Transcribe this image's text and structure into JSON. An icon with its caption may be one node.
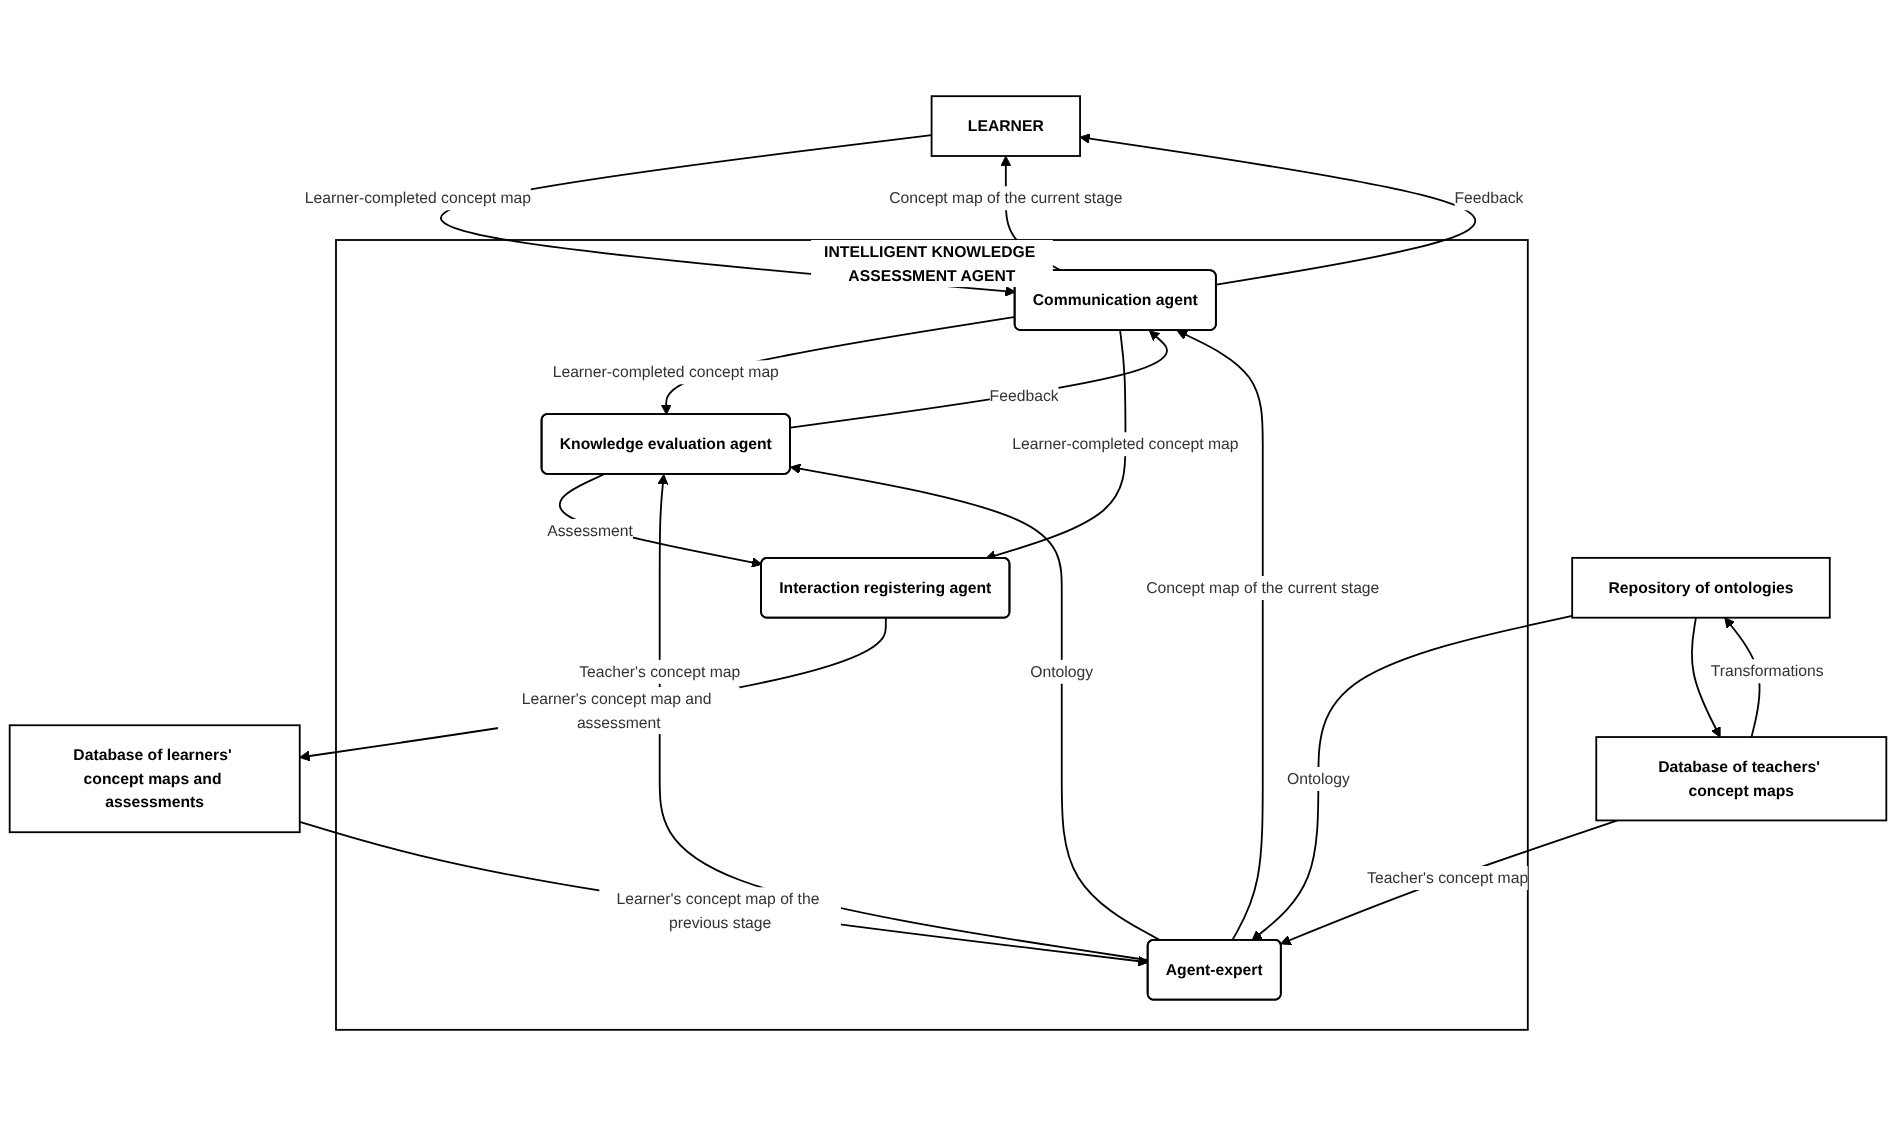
{
  "diagram": {
    "nodes": [
      {
        "text": [
          "LEARNER"
        ]
      },
      {
        "text": [
          "Repository of ontologies"
        ]
      },
      {
        "text": [
          "Database of teachers' concept maps"
        ]
      },
      {
        "text": [
          "Database of learners' concept maps and assessments"
        ]
      },
      {
        "text": [
          "INTELLIGENT KNOWLEDGE ASSESSMENT AGENT"
        ]
      },
      {
        "text": [
          "Communication agent"
        ],
        "in": 4
      },
      {
        "text": [
          "Agent-expert"
        ],
        "in": 4
      },
      {
        "text": [
          "Knowledge evaluation agent"
        ],
        "in": 4
      },
      {
        "text": [
          "Interaction registering agent"
        ],
        "in": 4
      }
    ],
    "edges": [
      {
        "from": 5,
        "to": 0,
        "arrow": "to",
        "label": "Concept map of the current stage"
      },
      {
        "from": 0,
        "to": 5,
        "arrow": "to",
        "label": "Learner-completed concept map"
      },
      {
        "from": 5,
        "to": 0,
        "arrow": "to",
        "label": "Feedback"
      },
      {
        "from": 2,
        "to": 1,
        "arrow": "to",
        "label": "Transformations"
      },
      {
        "from": 1,
        "to": 2,
        "arrow": "to"
      },
      {
        "from": 1,
        "to": 6,
        "arrow": "to",
        "label": "Ontology"
      },
      {
        "from": 2,
        "to": 6,
        "arrow": "to",
        "label": "Teacher's concept map"
      },
      {
        "from": 3,
        "to": 6,
        "arrow": "to",
        "label": "Learner's concept map of the previous stage"
      },
      {
        "from": 6,
        "to": 5,
        "arrow": "to",
        "label": "Concept map of the current stage"
      },
      {
        "from": 5,
        "to": 7,
        "arrow": "to",
        "label": "Learner-completed concept map"
      },
      {
        "from": 7,
        "to": 5,
        "arrow": "to",
        "label": "Feedback"
      },
      {
        "from": 6,
        "to": 7,
        "arrow": "to",
        "label": "Teacher's concept map"
      },
      {
        "from": 6,
        "to": 7,
        "arrow": "to",
        "label": "Ontology"
      },
      {
        "from": 7,
        "to": 8,
        "arrow": "to",
        "label": "Assessment"
      },
      {
        "from": 5,
        "to": 8,
        "arrow": "to",
        "label": "Learner-completed concept map"
      },
      {
        "from": 8,
        "to": 3,
        "arrow": "to",
        "label": "Learner's concept map and assessment"
      }
    ]
  }
}
